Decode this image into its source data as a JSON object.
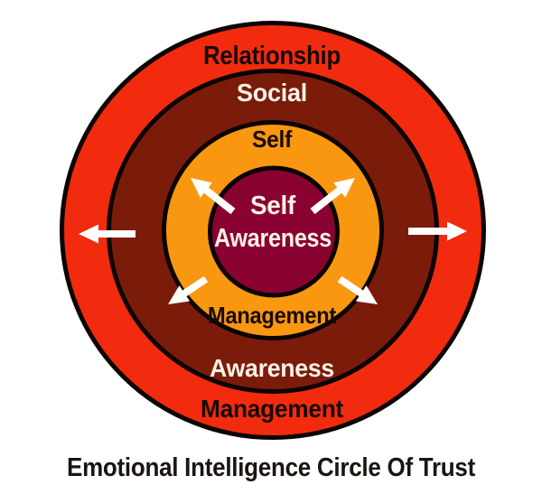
{
  "diagram": {
    "title": "Emotional Intelligence Circle Of Trust",
    "rings": [
      {
        "name": "relationship-management",
        "top_label": "Relationship",
        "bottom_label": "Management",
        "color": "#f22b0e",
        "label_tone": "dark"
      },
      {
        "name": "social-awareness",
        "top_label": "Social",
        "bottom_label": "Awareness",
        "color": "#7b1c0a",
        "label_tone": "light"
      },
      {
        "name": "self-management",
        "top_label": "Self",
        "bottom_label": "Management",
        "color": "#fa9711",
        "label_tone": "dark"
      }
    ],
    "center": {
      "name": "self-awareness",
      "label_line1": "Self",
      "label_line2": "Awareness",
      "color": "#8a0231",
      "label_tone": "light"
    },
    "arrows": {
      "color": "#ffffff",
      "directions": [
        "up-left",
        "up-right",
        "left",
        "right",
        "down-left",
        "down-right"
      ]
    },
    "colors": {
      "outline": "#0b0502",
      "text_dark": "#170b04",
      "text_light": "#fbf2e6",
      "background": "#ffffff"
    }
  }
}
